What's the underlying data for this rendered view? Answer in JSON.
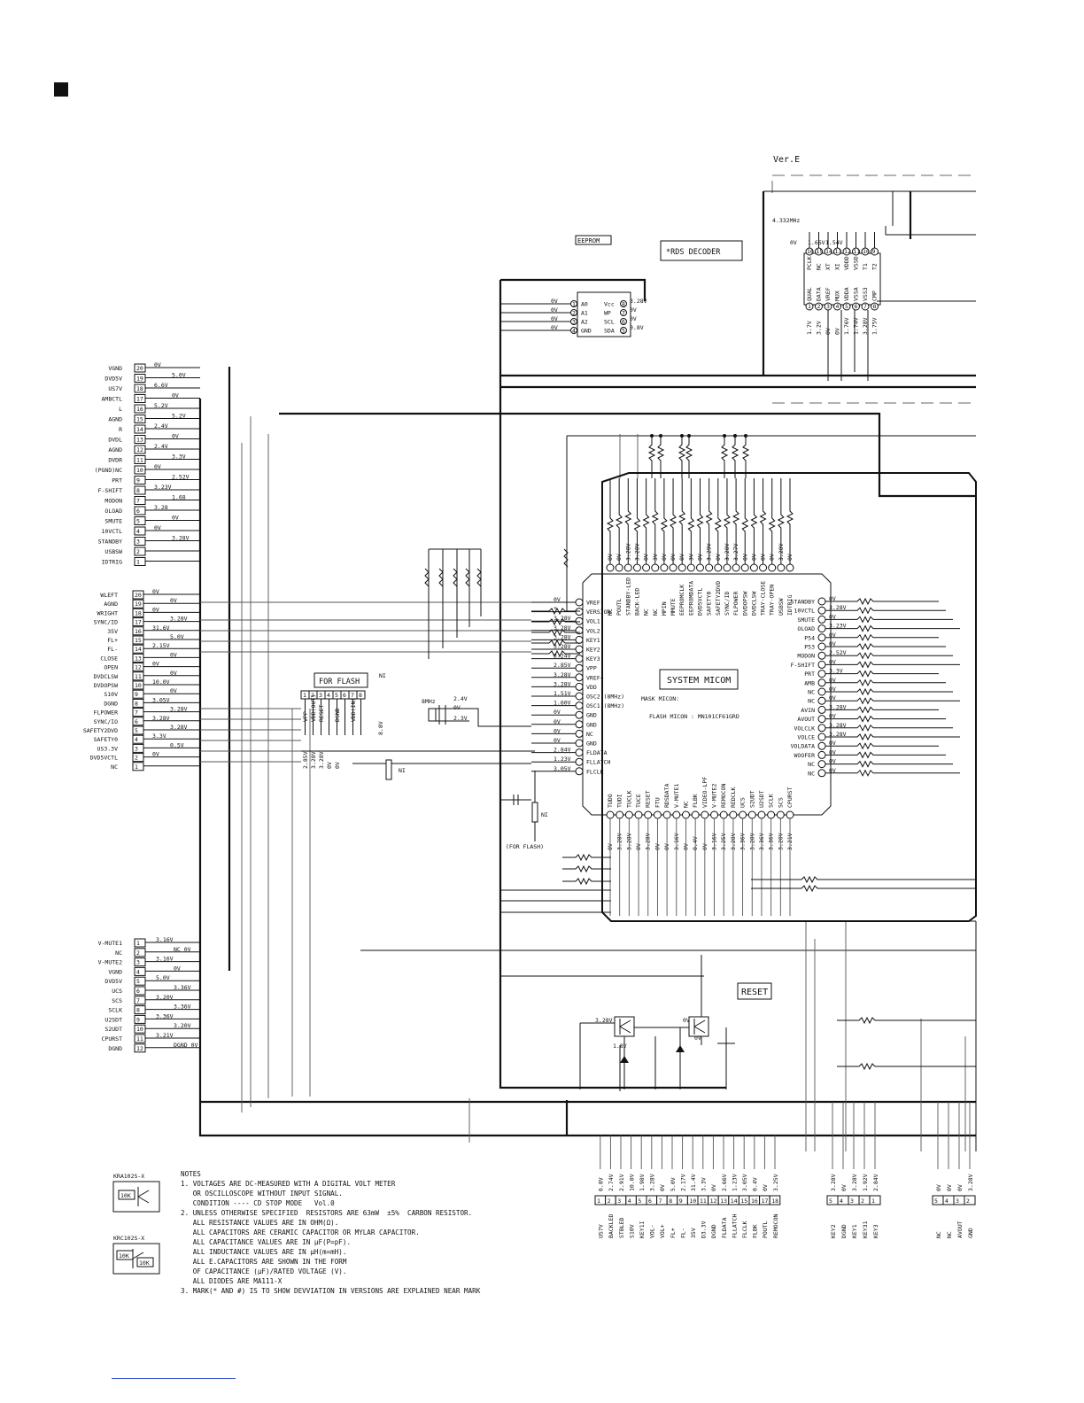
{
  "version_label": "Ver.E",
  "blocks": {
    "eeprom": "EEPROM",
    "rds_decoder": "*RDS DECODER",
    "for_flash": "FOR FLASH",
    "for_flash_note": "(FOR FLASH)",
    "reset": "RESET",
    "system_micom": "SYSTEM MICOM",
    "mask_micon": "MASK MICON:",
    "flash_micon": "FLASH MICON : MN101CF61GRD"
  },
  "crystal_rds": "4.332MHz",
  "crystal_micom": "8MHz",
  "eeprom_pins": {
    "left": [
      "A0",
      "A1",
      "A2",
      "GND"
    ],
    "left_nums": [
      "1",
      "2",
      "3",
      "4"
    ],
    "left_volts": [
      "0V",
      "0V",
      "0V",
      "0V"
    ],
    "right": [
      "Vcc",
      "WP",
      "SCL",
      "SDA"
    ],
    "right_nums": [
      "8",
      "7",
      "6",
      "5"
    ],
    "right_volts": [
      "3.28V",
      "0V",
      "0V",
      "0.8V"
    ]
  },
  "rds_pins": {
    "top_labels": [
      "PCLK",
      "NC",
      "XT",
      "XI",
      "VDDD",
      "VSSD",
      "T1",
      "T2"
    ],
    "top_nums": [
      "16",
      "15",
      "14",
      "13",
      "12",
      "11",
      "10",
      "9"
    ],
    "bottom_labels": [
      "QUAL",
      "DATA",
      "VREF",
      "MUX",
      "VDDA",
      "VSSA",
      "VSS3",
      "CMP"
    ],
    "bottom_nums": [
      "1",
      "2",
      "3",
      "4",
      "5",
      "6",
      "7",
      "8"
    ],
    "volts": [
      "0V",
      "1.66V",
      "1.54V",
      "1.7V",
      "3.2V",
      "0V",
      "0V",
      "1.76V",
      "1.74V",
      "3.28V",
      "1.75V"
    ]
  },
  "conn_a": {
    "labels": [
      "VGND",
      "DVD5V",
      "US7V",
      "AMBCTL",
      "L",
      "AGND",
      "R",
      "DVDL",
      "AGND",
      "DVDR",
      "(PGND)NC",
      "PRT",
      "F-SHIFT",
      "MODON",
      "OLOAD",
      "SMUTE",
      "10VCTL",
      "STANDBY",
      "USBSW",
      "IDTRIG"
    ],
    "pins": [
      "20",
      "19",
      "18",
      "17",
      "16",
      "15",
      "14",
      "13",
      "12",
      "11",
      "10",
      "9",
      "8",
      "7",
      "6",
      "5",
      "4",
      "3",
      "2",
      "1"
    ],
    "volts": [
      "0V",
      "5.0V",
      "6.6V",
      "0V",
      "5.2V",
      "5.2V",
      "2.4V",
      "0V",
      "2.4V",
      "3.3V",
      "0V",
      "2.52V",
      "3.23V",
      "1.68",
      "3.28",
      "0V",
      "0V",
      "3.28V"
    ]
  },
  "conn_b": {
    "labels": [
      "WLEFT",
      "AGND",
      "WRIGHT",
      "SYNC/ID",
      "35V",
      "FL+",
      "FL-",
      "CLOSE",
      "OPEN",
      "DVDCLSW",
      "DVDOPSW",
      "S10V",
      "DGND",
      "FLPOWER",
      "SYNC/IO",
      "SAFETY2DVD",
      "SAFETY0",
      "US3.3V",
      "DVD5VCTL",
      "NC"
    ],
    "pins": [
      "20",
      "19",
      "18",
      "17",
      "16",
      "15",
      "14",
      "13",
      "12",
      "11",
      "10",
      "9",
      "8",
      "7",
      "6",
      "5",
      "4",
      "3",
      "2",
      "1"
    ],
    "volts": [
      "0V",
      "0V",
      "0V",
      "3.28V",
      "31.6V",
      "5.0V",
      "2.15V",
      "0V",
      "0V",
      "0V",
      "10.0V",
      "0V",
      "3.05V",
      "3.28V",
      "3.28V",
      "3.28V",
      "3.3V",
      "0.5V",
      "0V"
    ]
  },
  "conn_c": {
    "labels": [
      "V-MUTE1",
      "NC",
      "V-MUTE2",
      "VGND",
      "DVD5V",
      "UCS",
      "SCS",
      "SCLK",
      "U2SDT",
      "S2UDT",
      "CPURST",
      "DGND"
    ],
    "pins": [
      "1",
      "2",
      "3",
      "4",
      "5",
      "6",
      "7",
      "8",
      "9",
      "10",
      "11",
      "12"
    ],
    "volts": [
      "3.16V",
      "NC 0V",
      "3.16V",
      "0V",
      "5.0V",
      "3.36V",
      "3.20V",
      "3.36V",
      "3.36V",
      "3.20V",
      "3.21V",
      "DGND 0V"
    ]
  },
  "micom_top": {
    "labels": [
      "NC",
      "POUTL",
      "STANDBY-LED",
      "BACK-LED",
      "NC",
      "NC",
      "MPIN",
      "MMUTE",
      "EEPROMCLK",
      "EEPROMDATA",
      "DVD5VCTL",
      "SAFETY0",
      "SAFETY2DVD",
      "SYNC/ID",
      "FLPOWER",
      "DVDOPSW",
      "DVDCLSW",
      "TRAY-CLOSE",
      "TRAY-OPEN",
      "USBSW",
      "IDTRIG"
    ],
    "volts": [
      "0V",
      "0V",
      "3.28V",
      "3.28V",
      "0V",
      "3V",
      "0V",
      "0V",
      "0V",
      "3V",
      "0V",
      "3.29V",
      "0V",
      "3.28V",
      "3.27V",
      "0V",
      "0V",
      "0V",
      "0V",
      "3.28V",
      "0V"
    ]
  },
  "micom_left": {
    "labels": [
      "VREF-",
      "VERSION",
      "VOL1",
      "VOL2",
      "KEY1",
      "KEY2",
      "KEY3",
      "VPP",
      "VREF+",
      "VDD",
      "OSC2 (8MHz)",
      "OSC1 (8MHz)",
      "GND",
      "GND",
      "NC",
      "GND",
      "FLDATA",
      "FLLATCH",
      "FLCLK"
    ],
    "volts": [
      "0V",
      "*",
      "3.28V",
      "3.28V",
      "3.28V",
      "3.28V",
      "3.24V",
      "2.85V",
      "3.28V",
      "3.28V",
      "1.51V",
      "1.60V",
      "0V",
      "0V",
      "0V",
      "0V",
      "2.84V",
      "1.23V",
      "3.05V"
    ]
  },
  "micom_right": {
    "labels": [
      "STANDBY",
      "10VCTL",
      "SMUTE",
      "OLOAD",
      "P54",
      "P53",
      "MODON",
      "F-SHIFT",
      "PRT",
      "AMB",
      "NC",
      "NC",
      "AVIN",
      "AVOUT",
      "VOLCLK",
      "VOLCE",
      "VOLDATA",
      "WOOFER",
      "NC",
      "NC"
    ],
    "volts": [
      "0V",
      "3.28V",
      "0V",
      "3.23V",
      "0V",
      "0V",
      "2.52V",
      "0V",
      "3.3V",
      "0V",
      "0V",
      "0V",
      "3.28V",
      "0V",
      "3.28V",
      "3.28V",
      "0V",
      "0V",
      "0V",
      "0V"
    ]
  },
  "micom_bottom": {
    "labels": [
      "TUDO",
      "TUDI",
      "TUCLK",
      "TUCE",
      "RESET",
      "FTU",
      "RDSDATA",
      "V-MUTE1",
      "NC",
      "FLBK",
      "VIDEO-LPF",
      "V-MUTE2",
      "REMOCON",
      "REDCLK",
      "UCS",
      "S2UDT",
      "U2SDT",
      "SCLK",
      "SCS",
      "CPURST"
    ],
    "volts": [
      "0V",
      "3.28V",
      "3.28V",
      "0V",
      "3.28V",
      "0V",
      "0V",
      "3.16V",
      "0V",
      "0.4V",
      "0V",
      "3.16V",
      "3.25V",
      "3.28V",
      "3.36V",
      "3.20V",
      "3.36V",
      "3.36V",
      "3.20V",
      "3.21V"
    ]
  },
  "flash_conn": {
    "labels": [
      "VPP",
      "VDD(OUT)",
      "RESET",
      "",
      "DGND",
      "",
      "VDD(IN)",
      ""
    ],
    "pins": [
      "1",
      "2",
      "3",
      "4",
      "5",
      "6",
      "7",
      "8"
    ],
    "volts": [
      "2.85V",
      "3.28V",
      "3.28V",
      "0V",
      "0V"
    ],
    "extra": [
      "8.8V",
      "NI",
      "NI",
      "NI"
    ]
  },
  "osc_volts": [
    "2.4V",
    "0V",
    "2.3V"
  ],
  "reset_volts": [
    "3.28V",
    "1.8V",
    "0V",
    "0V"
  ],
  "bottom_conn1": {
    "pins": [
      "1",
      "2",
      "3",
      "4",
      "5",
      "6",
      "7",
      "8",
      "9",
      "10",
      "11",
      "12",
      "13",
      "14",
      "15",
      "16",
      "17",
      "18"
    ],
    "labels": [
      "US7V",
      "BACKLED",
      "STBLED",
      "S10V",
      "KEY1I",
      "VOL-",
      "VOL+",
      "FL+",
      "FL-",
      "35V",
      "D3.3V",
      "DGND",
      "FLDATA",
      "FLLATCH",
      "FLCLK",
      "FLBK",
      "POUTL",
      "REMOCON"
    ],
    "volts": [
      "6.8V",
      "2.74V",
      "2.91V",
      "10.0V",
      "1.98V",
      "3.28V",
      "0V",
      "5.0V",
      "2.17V",
      "31.4V",
      "3.3V",
      "0V",
      "2.66V",
      "1.23V",
      "3.05V",
      "0.4V",
      "0V",
      "3.25V"
    ]
  },
  "bottom_conn2": {
    "pins": [
      "5",
      "4",
      "3",
      "2",
      "1"
    ],
    "labels": [
      "KEY2",
      "DGND",
      "KEY1",
      "KEY31",
      "KEY3"
    ],
    "volts": [
      "3.28V",
      "0V",
      "3.28V",
      "1.92V",
      "2.84V"
    ]
  },
  "bottom_conn3": {
    "pins": [
      "5",
      "4",
      "3",
      "2"
    ],
    "labels": [
      "NC",
      "NC",
      "AVOUT",
      "GND"
    ],
    "volts": [
      "0V",
      "0V",
      "0V",
      "3.28V"
    ]
  },
  "transistors": {
    "kra": "KRA102S-X",
    "krc": "KRC102S-X",
    "r1": "10K",
    "r2": "10K",
    "r3": "10K",
    "r4": "10K"
  },
  "notes": {
    "title": "NOTES",
    "lines": [
      "1. VOLTAGES ARE DC-MEASURED WITH A DIGITAL VOLT METER",
      "   OR OSCILLOSCOPE WITHOUT INPUT SIGNAL.",
      "   CONDITION ---- CD STOP MODE   Vol.0",
      "2. UNLESS OTHERWISE SPECIFIED  RESISTORS ARE 63mW  ±5%  CARBON RESISTOR.",
      "   ALL RESISTANCE VALUES ARE IN OHM(Ω).",
      "   ALL CAPACITORS ARE CERAMIC CAPACITOR OR MYLAR CAPACITOR.",
      "   ALL CAPACITANCE VALUES ARE IN μF(P=pF).",
      "   ALL INDUCTANCE VALUES ARE IN μH(m=mH).",
      "   ALL E.CAPACITORS ARE SHOWN IN THE FORM",
      "   OF CAPACITANCE (μF)/RATED VOLTAGE (V).",
      "   ALL DIODES ARE MA111-X",
      "3. MARK(* AND #) IS TO SHOW DEVVIATION IN VERSIONS ARE EXPLAINED NEAR MARK"
    ]
  }
}
